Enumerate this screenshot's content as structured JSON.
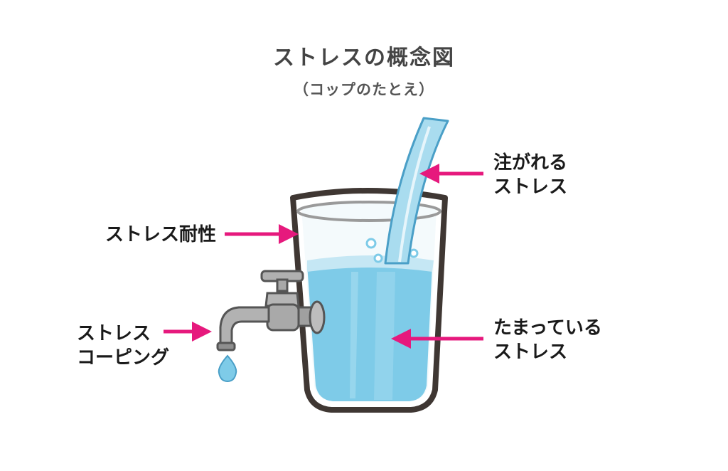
{
  "diagram": {
    "title": "ストレスの概念図",
    "subtitle": "（コップのたとえ）",
    "labels": {
      "poured_line1": "注がれる",
      "poured_line2": "ストレス",
      "tolerance": "ストレス耐性",
      "stored_line1": "たまっている",
      "stored_line2": "ストレス",
      "coping_line1": "ストレス",
      "coping_line2": "コーピング"
    },
    "colors": {
      "arrow": "#e6197d",
      "water": "#7ecbe8",
      "water_light": "#c5e7f4",
      "glass_outline": "#3f3733",
      "faucet": "#9a9a9a"
    },
    "icons": [
      "glass-icon",
      "faucet-icon",
      "water-drop-icon",
      "water-stream-icon"
    ]
  }
}
